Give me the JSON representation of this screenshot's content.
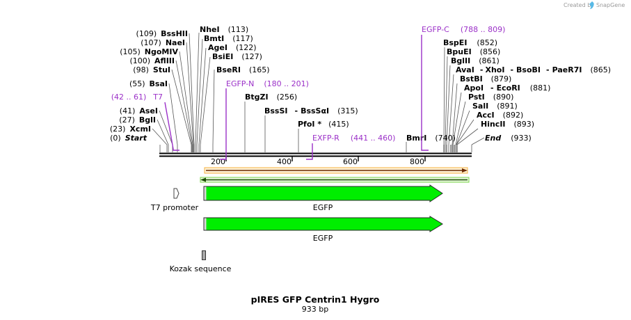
{
  "credit": {
    "prefix": "Created by",
    "brand": "SnapGene"
  },
  "title": "pIRES GFP Centrin1  Hygro",
  "subtitle": "933 bp",
  "ticks": [
    "200",
    "400",
    "600",
    "800"
  ],
  "sites": [
    {
      "name": "BssHII",
      "pos": "(109)"
    },
    {
      "name": "NaeI",
      "pos": "(107)"
    },
    {
      "name": "NgoMIV",
      "pos": "(105)"
    },
    {
      "name": "AflIII",
      "pos": "(100)"
    },
    {
      "name": "StuI",
      "pos": "(98)"
    },
    {
      "name": "BsaI",
      "pos": "(55)"
    },
    {
      "name": "AseI",
      "pos": "(41)"
    },
    {
      "name": "BglI",
      "pos": "(27)"
    },
    {
      "name": "XcmI",
      "pos": "(23)"
    },
    {
      "name": "Start",
      "pos": "(0)"
    },
    {
      "name": "NheI",
      "pos": "(113)"
    },
    {
      "name": "BmtI",
      "pos": "(117)"
    },
    {
      "name": "AgeI",
      "pos": "(122)"
    },
    {
      "name": "BsiEI",
      "pos": "(127)"
    },
    {
      "name": "BseRI",
      "pos": "(165)"
    },
    {
      "name": "BtgZI",
      "pos": "(256)"
    },
    {
      "name": "BssSI",
      "name2": "BssSαI",
      "pos": "(315)"
    },
    {
      "name": "PfoI *",
      "pos": "(415)"
    },
    {
      "name": "BmrI",
      "pos": "(740)"
    },
    {
      "name": "End",
      "pos": "(933)"
    },
    {
      "name": "BspEI",
      "pos": "(852)"
    },
    {
      "name": "BpuEI",
      "pos": "(856)"
    },
    {
      "name": "BglII",
      "pos": "(861)"
    },
    {
      "name": "AvaI",
      "name2": "XhoI",
      "name3": "BsoBI",
      "name4": "PaeR7I",
      "pos": "(865)"
    },
    {
      "name": "BstBI",
      "pos": "(879)"
    },
    {
      "name": "ApoI",
      "name2": "EcoRI",
      "pos": "(881)"
    },
    {
      "name": "PstI",
      "pos": "(890)"
    },
    {
      "name": "SalI",
      "pos": "(891)"
    },
    {
      "name": "AccI",
      "pos": "(892)"
    },
    {
      "name": "HincII",
      "pos": "(893)"
    }
  ],
  "primers": [
    {
      "name": "T7",
      "pos": "(42 .. 61)"
    },
    {
      "name": "EGFP-N",
      "pos": "(180 .. 201)"
    },
    {
      "name": "EXFP-R",
      "pos": "(441 .. 460)"
    },
    {
      "name": "EGFP-C",
      "pos": "(788 .. 809)"
    }
  ],
  "features": [
    {
      "name": "T7 promoter"
    },
    {
      "name": "EGFP"
    },
    {
      "name": "EGFP"
    },
    {
      "name": "Kozak sequence"
    }
  ],
  "colors": {
    "primer": "#9b30c8",
    "feature_green": "#00ee00",
    "orf_orange": "#f5b042",
    "orf_green": "#7bd64a",
    "kozak_gray": "#a8a8a8"
  }
}
